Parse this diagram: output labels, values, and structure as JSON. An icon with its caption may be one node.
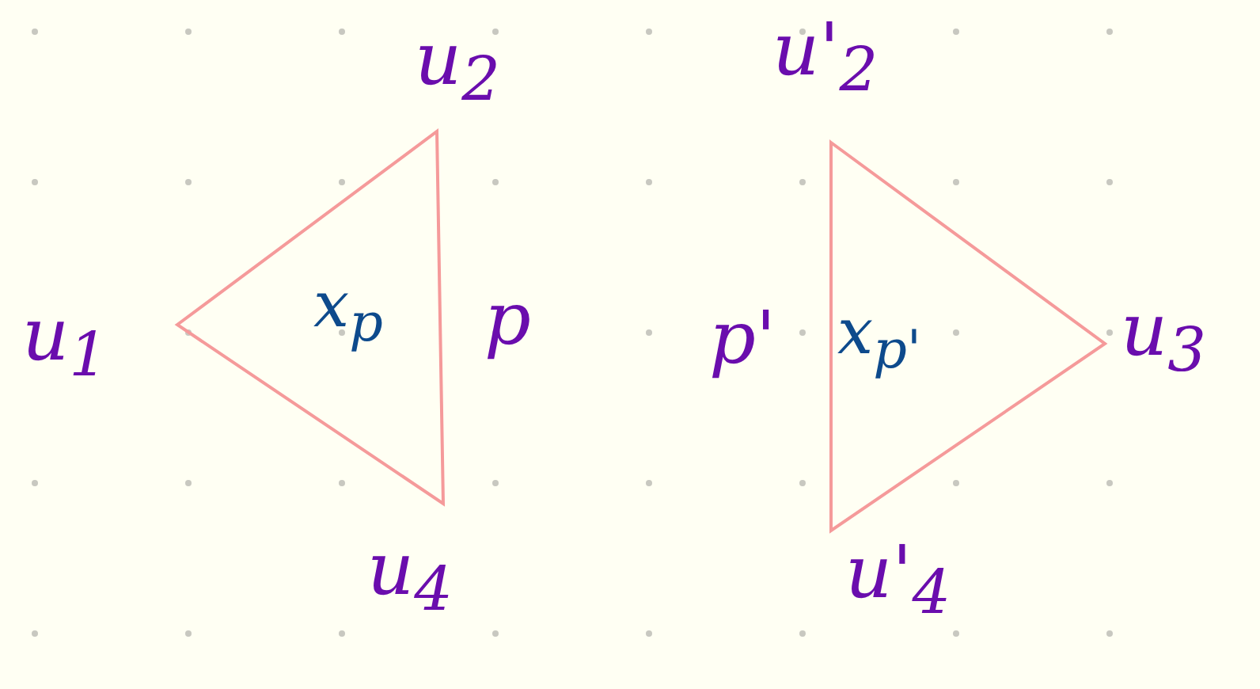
{
  "diagram": {
    "nodes": [
      {
        "text": [
          "x$_{p}$"
        ],
        "beside": [
          "u$_{1}$",
          "u$_{2}$",
          "p",
          "u$_{4}$"
        ]
      },
      {
        "text": [
          "x$_{p'}$"
        ],
        "beside": [
          "u'$_{2}$",
          "p'",
          "u$_{3}$",
          "u'$_{4}$"
        ]
      }
    ]
  }
}
